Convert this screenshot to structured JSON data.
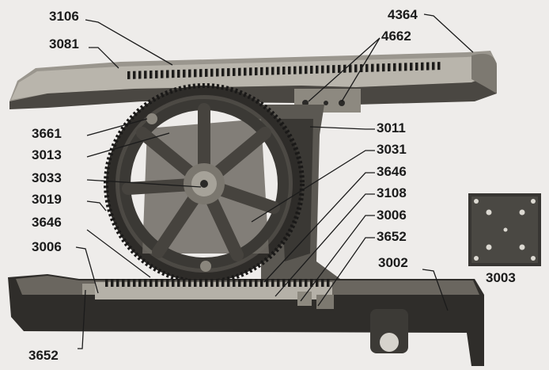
{
  "labels": {
    "l3106": "3106",
    "l3081": "3081",
    "l4364": "4364",
    "l4662": "4662",
    "l3661": "3661",
    "l3013": "3013",
    "l3033": "3033",
    "l3019": "3019",
    "l3646a": "3646",
    "l3006a": "3006",
    "l3652a": "3652",
    "l3011": "3011",
    "l3031": "3031",
    "l3646b": "3646",
    "l3108": "3108",
    "l3006b": "3006",
    "l3652b": "3652",
    "l3002": "3002",
    "l3003": "3003"
  },
  "colors": {
    "background": "#eeecea",
    "metal_dark": "#2b2a28",
    "metal_mid": "#6e6b66",
    "metal_light": "#a9a59d",
    "label_text": "#1b1b1b"
  }
}
